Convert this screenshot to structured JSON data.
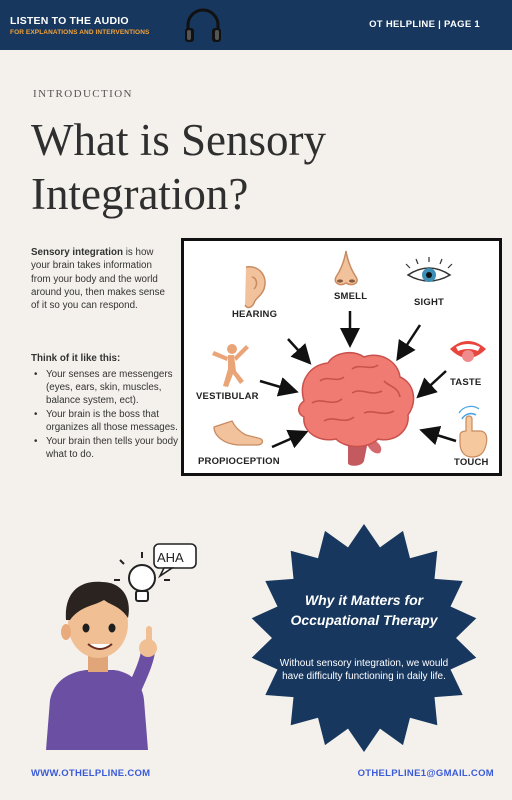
{
  "header": {
    "title": "LISTEN TO THE AUDIO",
    "subtitle": "FOR EXPLANATIONS AND INTERVENTIONS",
    "right": "OT HELPLINE | PAGE 1",
    "icon": "headphones-icon"
  },
  "eyebrow": "INTRODUCTION",
  "title_line1": "What is Sensory",
  "title_line2": "Integration?",
  "intro": {
    "bold": "Sensory integration",
    "rest": " is how your brain takes information from your body and the world around you, then makes sense of it so you can respond."
  },
  "think": {
    "heading": "Think of it like this:",
    "bullets": [
      "Your senses are messengers (eyes, ears, skin, muscles, balance system, ect).",
      "Your brain is the boss that organizes all those messages.",
      "Your brain then tells your body what to do."
    ]
  },
  "diagram": {
    "labels": {
      "hearing": "HEARING",
      "smell": "SMELL",
      "sight": "SIGHT",
      "taste": "TASTE",
      "vestibular": "VESTIBULAR",
      "proprioception": "PROPIOCEPTION",
      "touch": "TOUCH"
    },
    "icons": [
      "ear-icon",
      "nose-icon",
      "eye-icon",
      "mouth-icon",
      "balance-figure-icon",
      "foot-icon",
      "touch-hand-icon",
      "brain-icon"
    ]
  },
  "aha": "AHA",
  "callout": {
    "title": "Why it Matters for Occupational Therapy",
    "body": "Without sensory integration, we would have difficulty functioning in daily life."
  },
  "footer": {
    "website": "WWW.OTHELPLINE.COM",
    "email": "OTHELPLINE1@GMAIL.COM"
  },
  "colors": {
    "navy": "#17375e",
    "orange": "#f3a33a",
    "link": "#3a5bd8",
    "brain": "#f07b72"
  }
}
